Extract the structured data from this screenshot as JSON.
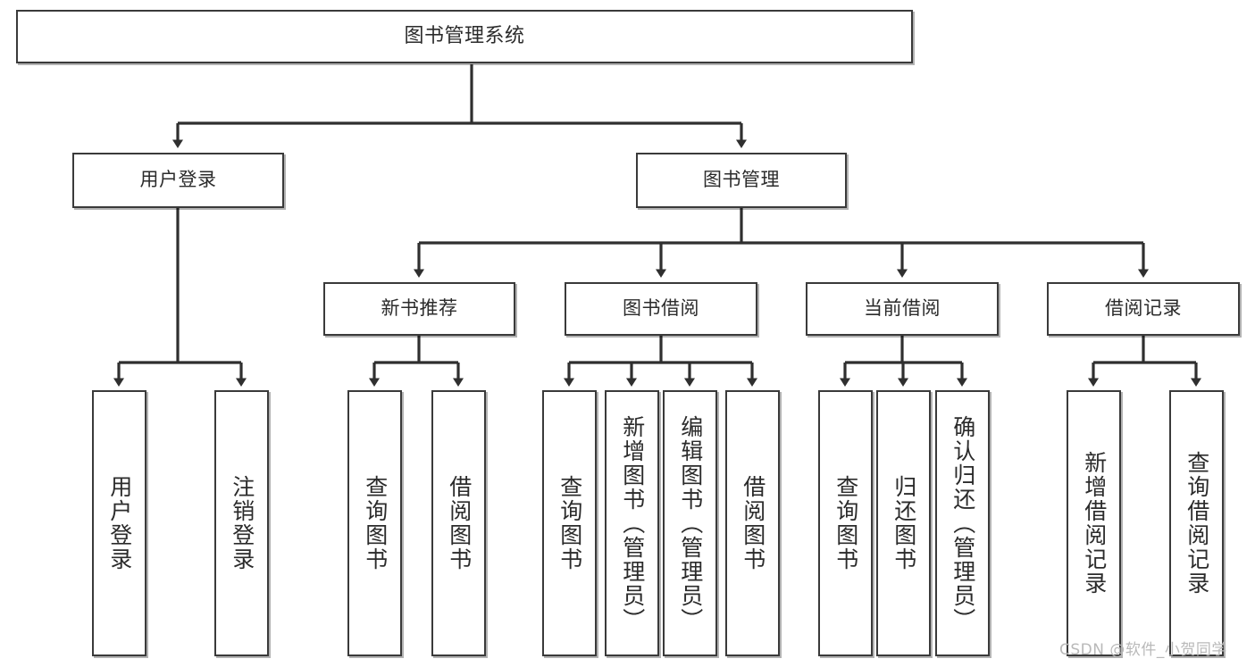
{
  "diagram": {
    "title": "图书管理系统",
    "type": "tree",
    "colors": {
      "box_border": "#3a3a3a",
      "box_fill": "#ffffff",
      "text": "#2b2b2b",
      "edge": "#2f2f2f",
      "watermark": "#b9b9b9"
    },
    "nodes": {
      "root": {
        "label": "图书管理系统"
      },
      "level2": [
        {
          "id": "user-login",
          "label": "用户登录"
        },
        {
          "id": "book-manage",
          "label": "图书管理"
        }
      ],
      "level3": [
        {
          "id": "new-book-recommend",
          "label": "新书推荐"
        },
        {
          "id": "book-borrow",
          "label": "图书借阅"
        },
        {
          "id": "current-borrow",
          "label": "当前借阅"
        },
        {
          "id": "borrow-record",
          "label": "借阅记录"
        }
      ],
      "leaves": {
        "user_login": [
          {
            "id": "leaf-user-login",
            "label": "用户登录"
          },
          {
            "id": "leaf-logout-login",
            "label": "注销登录"
          }
        ],
        "new_book_recommend": [
          {
            "id": "leaf-query-book-1",
            "label": "查询图书"
          },
          {
            "id": "leaf-borrow-book-1",
            "label": "借阅图书"
          }
        ],
        "book_borrow": [
          {
            "id": "leaf-query-book-2",
            "label": "查询图书"
          },
          {
            "id": "leaf-add-book-admin",
            "label": "新增图书（管理员）"
          },
          {
            "id": "leaf-edit-book-admin",
            "label": "编辑图书（管理员）"
          },
          {
            "id": "leaf-borrow-book-2",
            "label": "借阅图书"
          }
        ],
        "current_borrow": [
          {
            "id": "leaf-query-book-3",
            "label": "查询图书"
          },
          {
            "id": "leaf-return-book",
            "label": "归还图书"
          },
          {
            "id": "leaf-confirm-return-admin",
            "label": "确认归还（管理员）"
          }
        ],
        "borrow_record": [
          {
            "id": "leaf-add-borrow-record",
            "label": "新增借阅记录"
          },
          {
            "id": "leaf-query-borrow-record",
            "label": "查询借阅记录"
          }
        ]
      }
    },
    "watermark": "CSDN @软件_小贺同学"
  }
}
